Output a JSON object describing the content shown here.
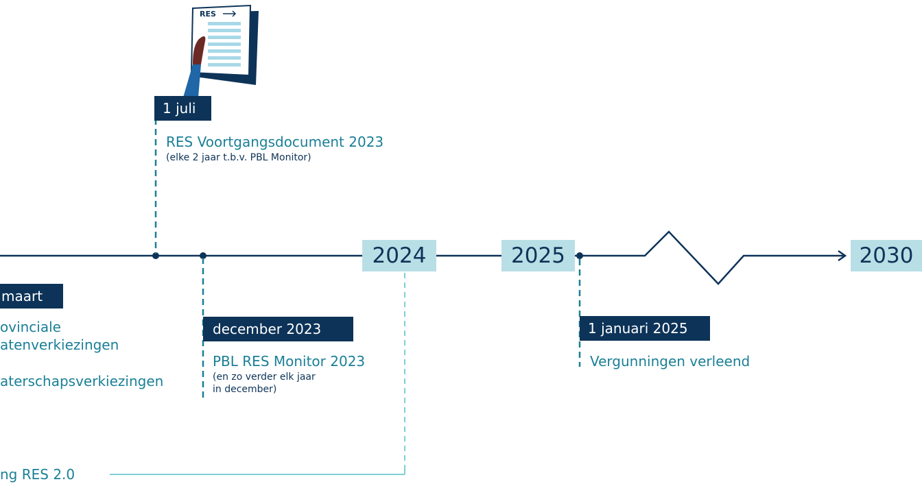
{
  "timeline": {
    "years": {
      "y2024": "2024",
      "y2025": "2025",
      "y2030": "2030"
    },
    "events": {
      "juli": {
        "date": "1 juli",
        "title": "RES Voortgangsdocument 2023",
        "note": "(elke 2 jaar t.b.v. PBL Monitor)"
      },
      "maart": {
        "date": "maart",
        "line1": "ovinciale",
        "line2": "atenverkiezingen",
        "line3": "aterschapsverkiezingen"
      },
      "december": {
        "date": "december 2023",
        "title": "PBL RES Monitor 2023",
        "note_line1": "(en zo verder elk jaar",
        "note_line2": "in december)"
      },
      "januari": {
        "date": "1 januari 2025",
        "title": "Vergunningen verleend"
      }
    },
    "res_label": "ng RES 2.0"
  },
  "document_icon": {
    "label": "RES"
  },
  "colors": {
    "navy": "#0d3358",
    "teal": "#1a7f96",
    "light_blue": "#b9dfe6",
    "dash_teal": "#7ccfd4"
  }
}
